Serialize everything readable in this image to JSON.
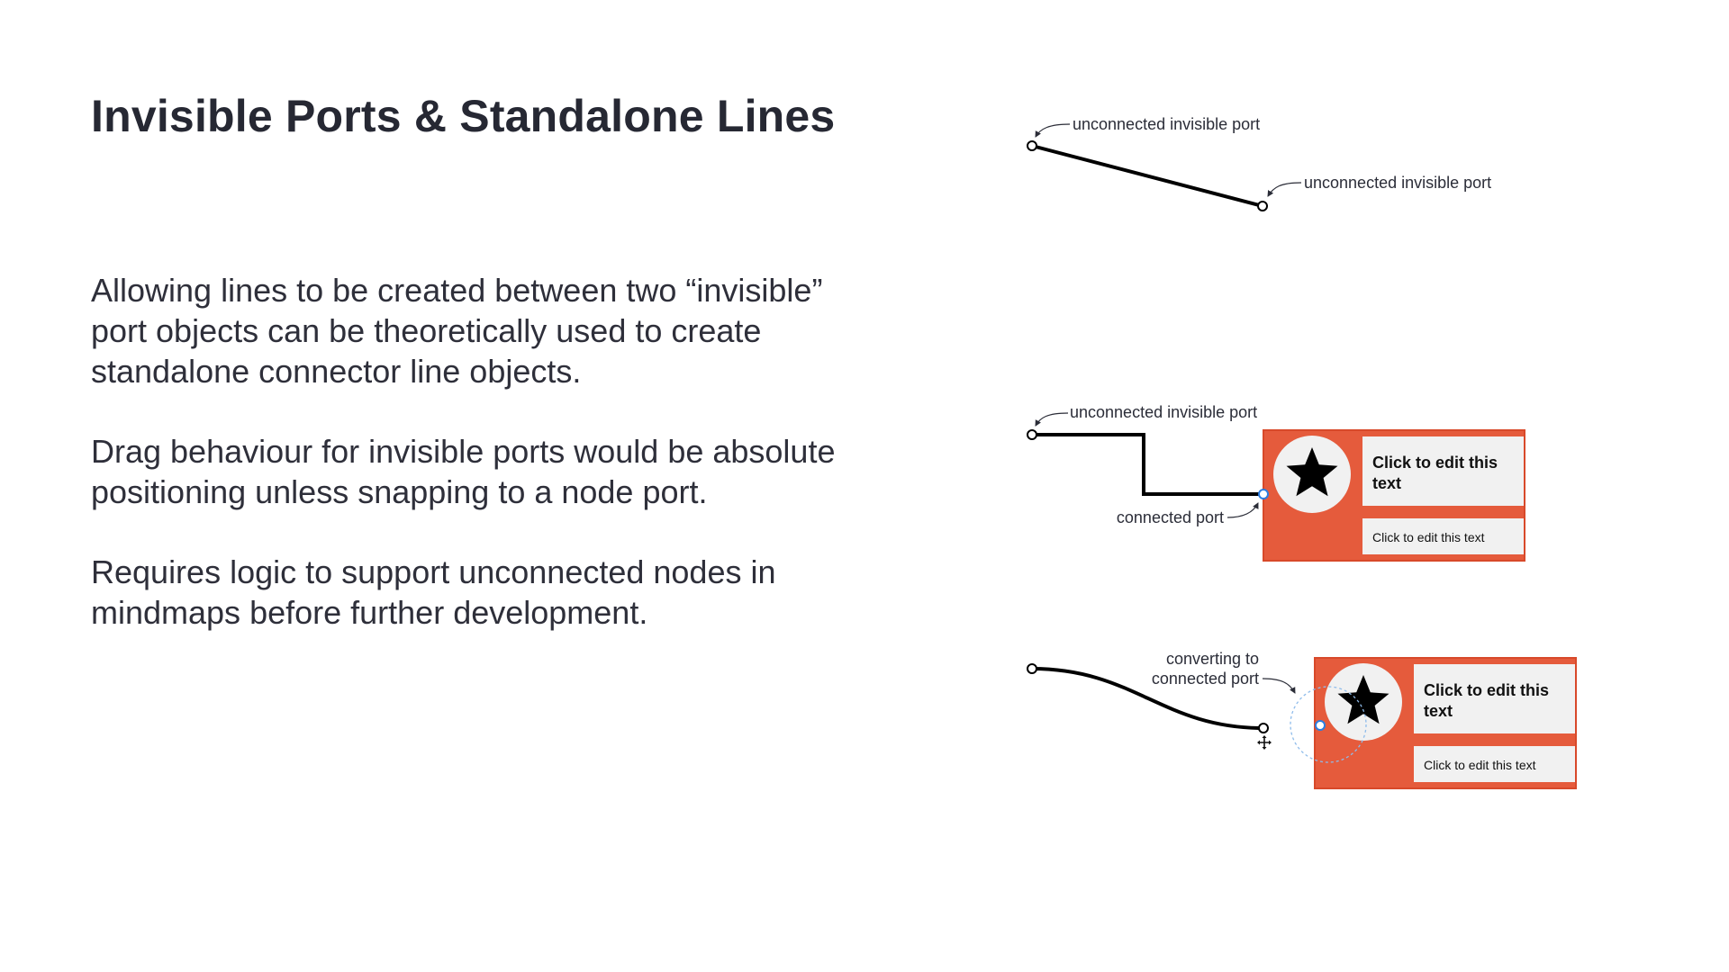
{
  "slide": {
    "title": "Invisible Ports & Standalone Lines",
    "paragraphs": [
      "Allowing lines to be created between two “invisible” port objects can be theoretically used to create standalone connector line objects.",
      "Drag behaviour for invisible ports would be absolute positioning unless snapping to a node port.",
      "Requires logic to support unconnected nodes in mindmaps before further development."
    ]
  },
  "diagram": {
    "labels": {
      "unconnected_port": "unconnected invisible port",
      "connected_port": "connected port",
      "converting_line1": "converting to",
      "converting_line2": "connected port"
    },
    "node": {
      "title_line1": "Click to edit this",
      "title_line2": "text",
      "subtitle": "Click to edit this text",
      "icon": "star-icon"
    },
    "colors": {
      "node_fill": "#E55B3C",
      "panel_fill": "#F1F1F1",
      "line": "#000000",
      "connected_port": "#2A7DE1"
    }
  }
}
